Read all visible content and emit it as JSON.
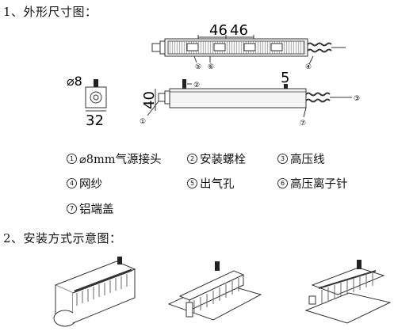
{
  "section1": {
    "title": "1、外形尺寸图："
  },
  "dimensions": {
    "top_left": "46",
    "top_right": "46",
    "diameter": "⌀8",
    "height": "40",
    "width": "32",
    "spacing": "5"
  },
  "callouts": [
    "①",
    "②",
    "③",
    "④",
    "⑤",
    "⑥",
    "⑦"
  ],
  "legend": [
    {
      "num": "1",
      "text": "⌀8mm气源接头"
    },
    {
      "num": "2",
      "text": "安装螺栓"
    },
    {
      "num": "3",
      "text": "高压线"
    },
    {
      "num": "4",
      "text": "网纱"
    },
    {
      "num": "5",
      "text": "出气孔"
    },
    {
      "num": "6",
      "text": "高压离子针"
    },
    {
      "num": "7",
      "text": "铝端盖"
    }
  ],
  "section2": {
    "title": "2、安装方式示意图："
  },
  "colors": {
    "line": "#333333",
    "bar_fill": "#f4f4f4",
    "mesh": "#777777"
  }
}
